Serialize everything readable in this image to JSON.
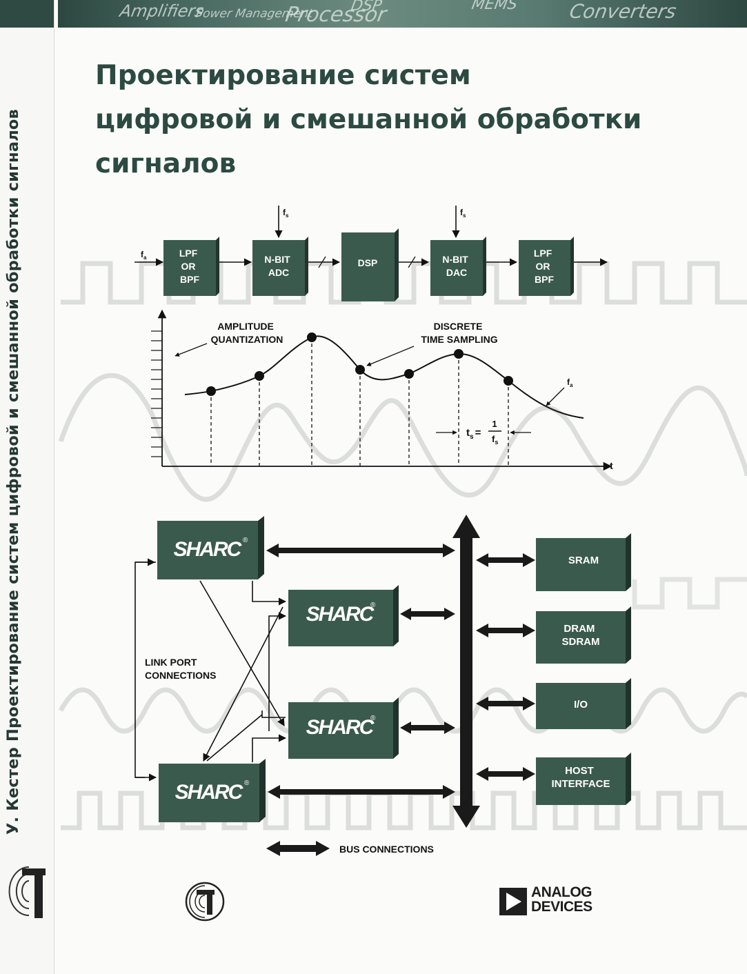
{
  "spine": {
    "text": "У. Кестер  Проектирование систем цифровой и смешанной обработки сигналов"
  },
  "banner": {
    "words": [
      "Amplifiers",
      "Power Management",
      "Processor",
      "DSP",
      "MEMS",
      "Converters"
    ]
  },
  "title": {
    "line1": "Проектирование систем",
    "line2": "цифровой и смешанной обработки",
    "line3": "сигналов"
  },
  "signal_chain": {
    "input_label": "f",
    "input_sub": "a",
    "clock_label": "f",
    "clock_sub": "s",
    "blocks": [
      [
        "LPF",
        "OR",
        "BPF"
      ],
      [
        "N-BIT",
        "ADC"
      ],
      [
        "DSP"
      ],
      [
        "N-BIT",
        "DAC"
      ],
      [
        "LPF",
        "OR",
        "BPF"
      ]
    ]
  },
  "sampling_plot": {
    "label_amplitude": [
      "AMPLITUDE",
      "QUANTIZATION"
    ],
    "label_discrete": [
      "DISCRETE",
      "TIME SAMPLING"
    ],
    "curve_label": "f",
    "curve_sub": "a",
    "t_label": "t",
    "period_lhs": "t",
    "period_lhs_sub": "s",
    "period_eq": "=",
    "period_num": "1",
    "period_den": "f",
    "period_den_sub": "s"
  },
  "bus_diagram": {
    "processor_label": "SHARC",
    "processor_mark": "®",
    "link_label": [
      "LINK PORT",
      "CONNECTIONS"
    ],
    "bus_label": "BUS CONNECTIONS",
    "peripherals": [
      [
        "SRAM"
      ],
      [
        "DRAM",
        "SDRAM"
      ],
      [
        "I/O"
      ],
      [
        "HOST",
        "INTERFACE"
      ]
    ]
  },
  "publisher_logo": "publisher-logo-icon",
  "analog_devices": {
    "line1": "ANALOG",
    "line2": "DEVICES"
  },
  "colors": {
    "block": "#3b5a4e",
    "title": "#2c4a42",
    "waveform": "#d9dbd7"
  }
}
